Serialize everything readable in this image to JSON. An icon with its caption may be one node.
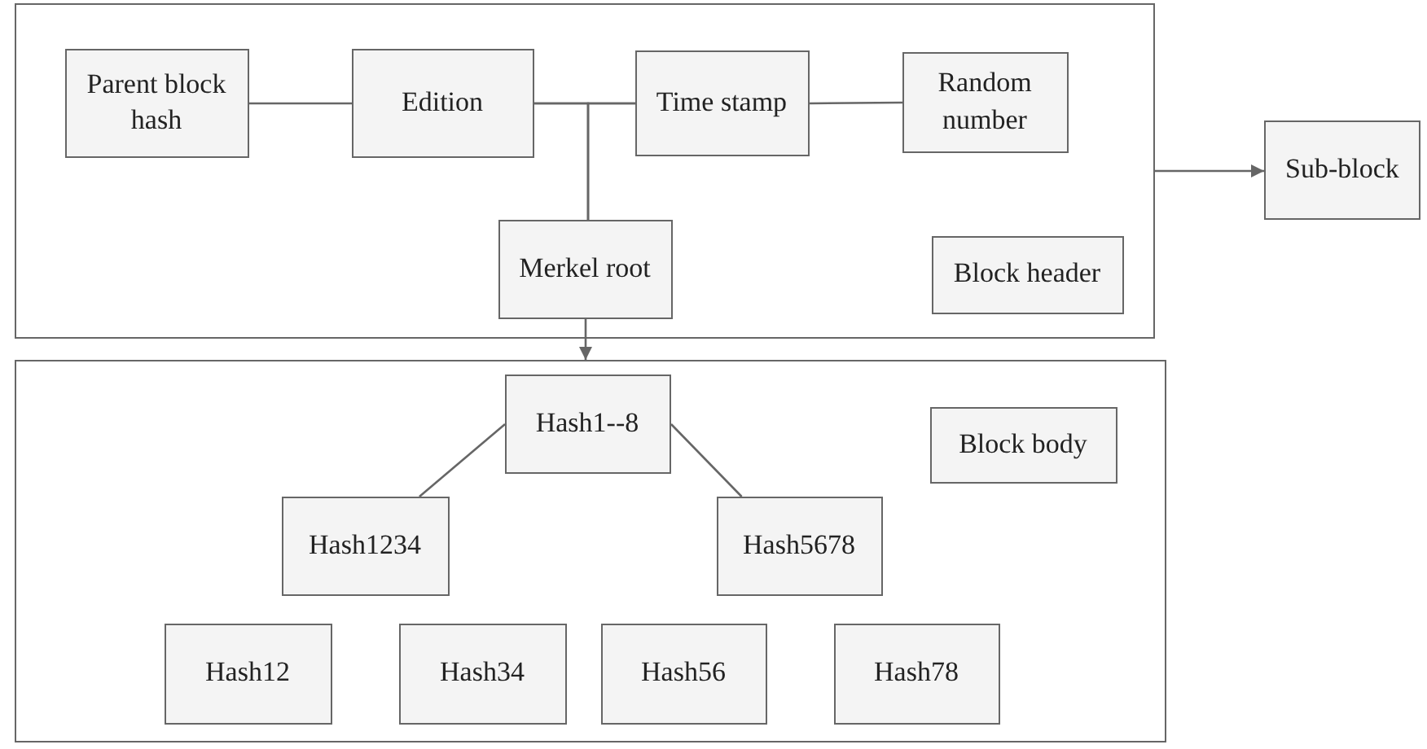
{
  "diagram": {
    "nodes": [
      {
        "text": [],
        "shape": "box"
      },
      {
        "text": [
          "Parent block hash"
        ],
        "in": 0
      },
      {
        "text": [
          "Edition"
        ],
        "in": 0
      },
      {
        "text": [
          "Time stamp"
        ],
        "in": 0
      },
      {
        "text": [
          "Random number"
        ],
        "in": 0
      },
      {
        "text": [
          "Merkel root"
        ],
        "in": 0
      },
      {
        "text": [
          "Block header"
        ],
        "in": 0
      },
      {
        "text": [
          "Sub-block"
        ]
      },
      {
        "text": [],
        "shape": "box"
      },
      {
        "text": [
          "Hash1--8"
        ],
        "in": 8
      },
      {
        "text": [
          "Block body"
        ],
        "in": 8
      },
      {
        "text": [
          "Hash1234"
        ],
        "in": 8
      },
      {
        "text": [
          "Hash5678"
        ],
        "in": 8
      },
      {
        "text": [
          "Hash12"
        ],
        "in": 8
      },
      {
        "text": [
          "Hash34"
        ],
        "in": 8
      },
      {
        "text": [
          "Hash56"
        ],
        "in": 8
      },
      {
        "text": [
          "Hash78"
        ],
        "in": 8
      }
    ],
    "edges": [
      {
        "from": 1,
        "to": 2,
        "arrow": "none"
      },
      {
        "from": 2,
        "to": 3,
        "arrow": "none"
      },
      {
        "from": 3,
        "to": 4,
        "arrow": "none"
      },
      {
        "from": 2,
        "to": 5,
        "arrow": "none"
      },
      {
        "from": 3,
        "to": 5,
        "arrow": "none"
      },
      {
        "from": 5,
        "to": 8,
        "arrow": "to"
      },
      {
        "from": 0,
        "to": 7,
        "arrow": "to"
      },
      {
        "from": 9,
        "to": 11,
        "arrow": "none"
      },
      {
        "from": 9,
        "to": 12,
        "arrow": "none"
      }
    ]
  }
}
